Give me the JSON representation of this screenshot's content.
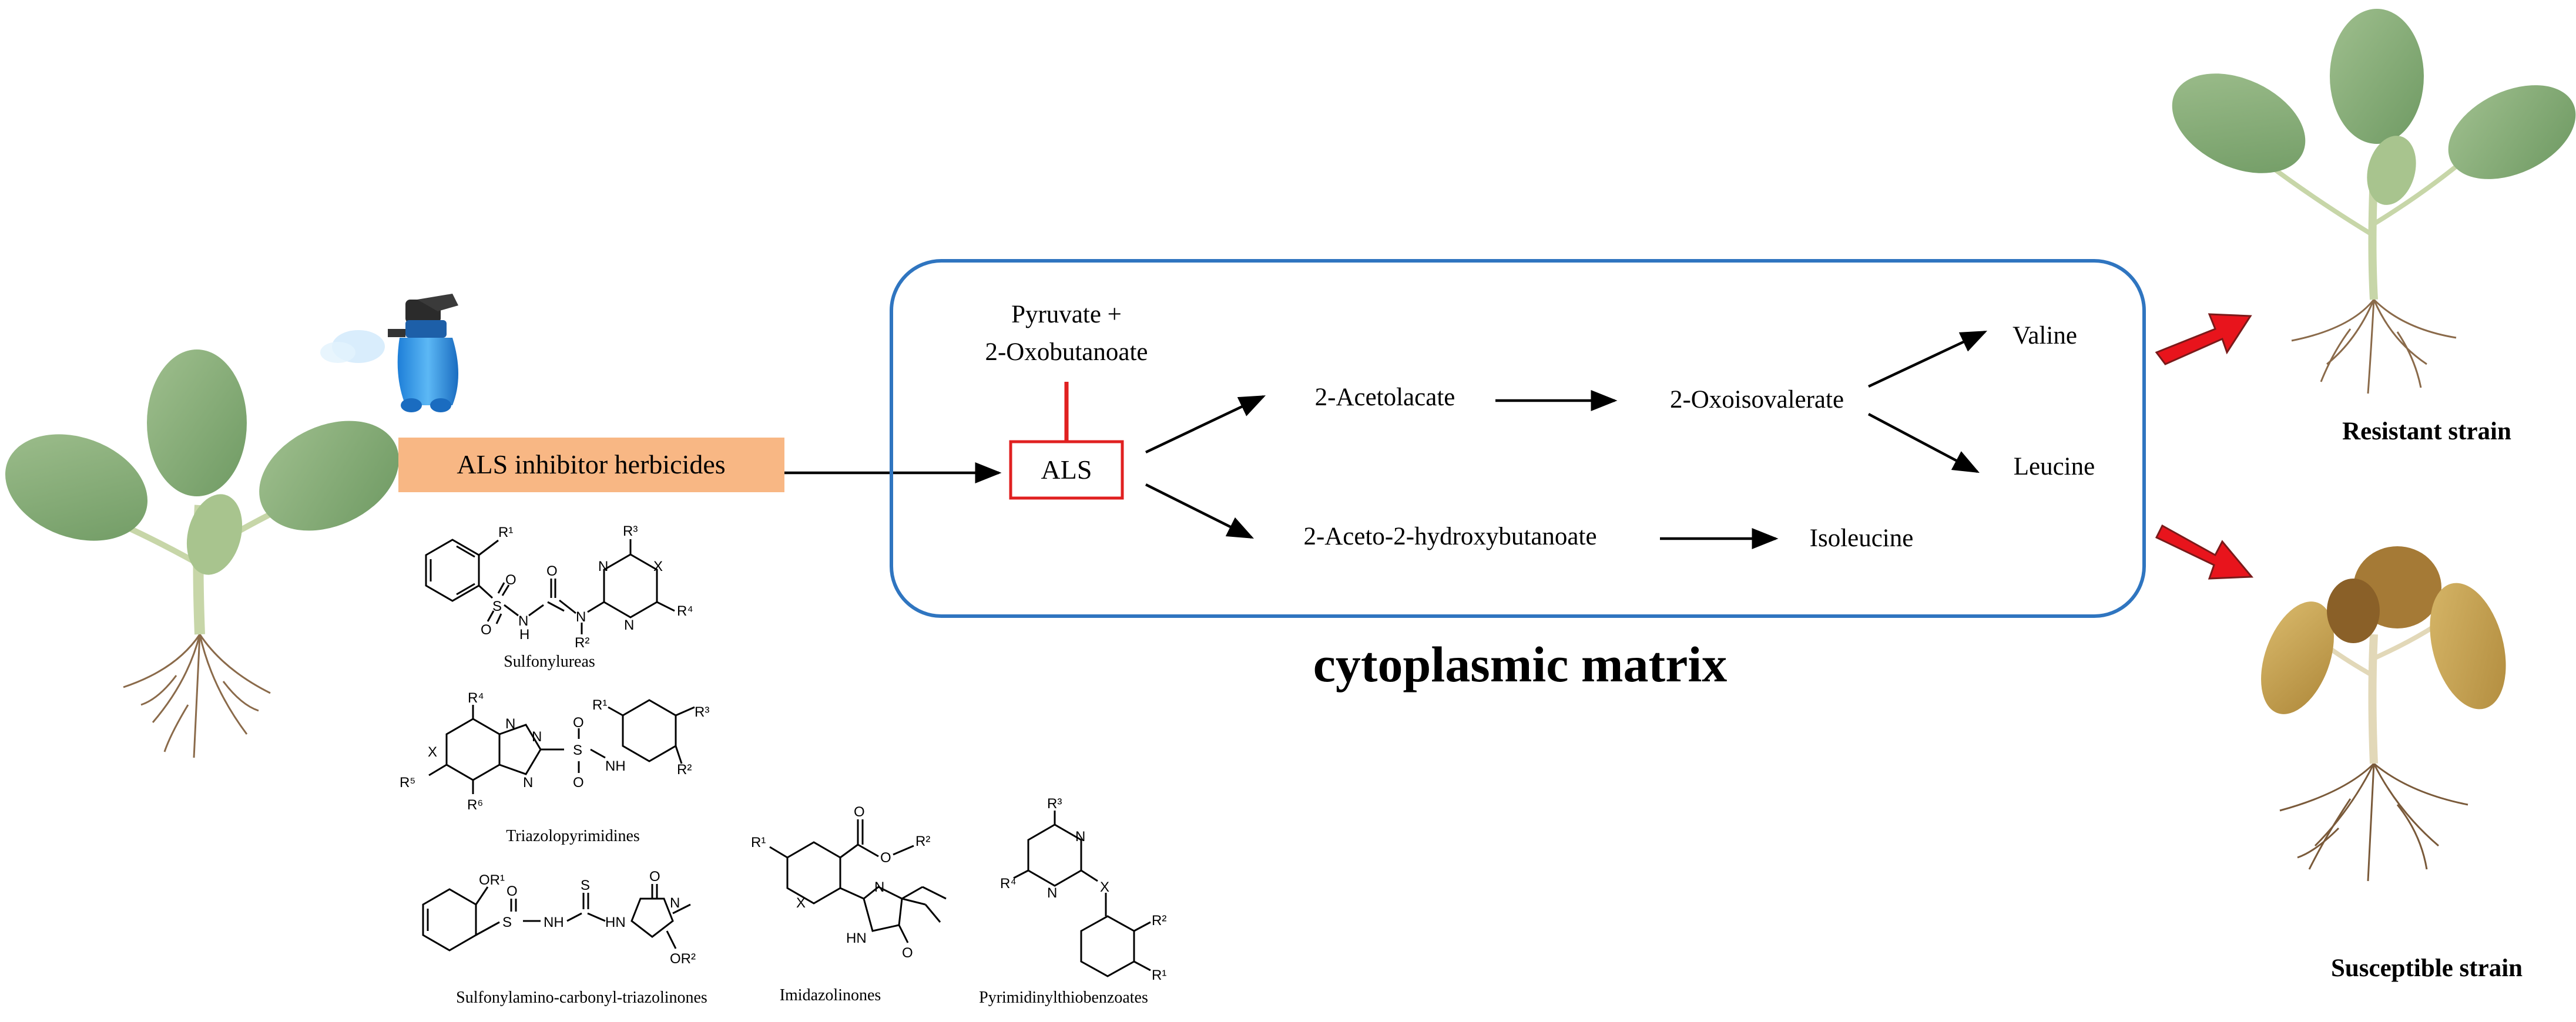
{
  "herbicide_box": {
    "label": "ALS inhibitor herbicides",
    "fill": "#f8b784"
  },
  "pathway": {
    "substrate_line1": "Pyruvate +",
    "substrate_line2": "2-Oxobutanoate",
    "enzyme": "ALS",
    "acetolacate": "2-Acetolacate",
    "oxoisovalerate": "2-Oxoisovalerate",
    "valine": "Valine",
    "leucine": "Leucine",
    "aceto_hydroxybutanoate": "2-Aceto-2-hydroxybutanoate",
    "isoleucine": "Isoleucine",
    "compartment_label": "cytoplasmic matrix",
    "compartment_color": "#2f75c0",
    "inhibition_color": "#e02020"
  },
  "outcomes": {
    "resistant": "Resistant strain",
    "susceptible": "Susceptible strain",
    "arrow_color": "#e8141c"
  },
  "chemical_classes": {
    "sulfonylureas": {
      "name": "Sulfonylureas",
      "atoms": {
        "r1": "R¹",
        "s": "S",
        "o1": "O",
        "o2": "O",
        "o3": "O",
        "nh": "N",
        "h": "H",
        "n1": "N",
        "n2": "N",
        "n3": "N",
        "x": "X",
        "r2": "R²",
        "r3": "R³",
        "r4": "R⁴"
      }
    },
    "triazolopyrimidines": {
      "name": "Triazolopyrimidines",
      "atoms": {
        "r4": "R⁴",
        "r5": "R⁵",
        "r6": "R⁶",
        "x": "X",
        "n1": "N",
        "n2": "N",
        "n3": "N",
        "s": "S",
        "o1": "O",
        "o2": "O",
        "nh": "NH",
        "r1": "R¹",
        "r2": "R²",
        "r3": "R³"
      }
    },
    "sulfonylamino_triazolinones": {
      "name": "Sulfonylamino-carbonyl-triazolinones",
      "atoms": {
        "or1": "OR¹",
        "s": "S",
        "o": "O",
        "nh": "NH",
        "s2": "S",
        "hn": "HN",
        "n1": "N",
        "o2": "O",
        "or2": "OR²"
      }
    },
    "imidazolinones": {
      "name": "Imidazolinones",
      "atoms": {
        "r1": "R¹",
        "x": "X",
        "o1": "O",
        "o2": "O",
        "r2": "R²",
        "n": "N",
        "hn": "HN",
        "o3": "O"
      }
    },
    "pyrimidinylthiobenzoates": {
      "name": "Pyrimidinylthiobenzoates",
      "atoms": {
        "r3": "R³",
        "r4": "R⁴",
        "n1": "N",
        "n2": "N",
        "x": "X",
        "r2": "R²",
        "r1": "R¹"
      }
    }
  }
}
